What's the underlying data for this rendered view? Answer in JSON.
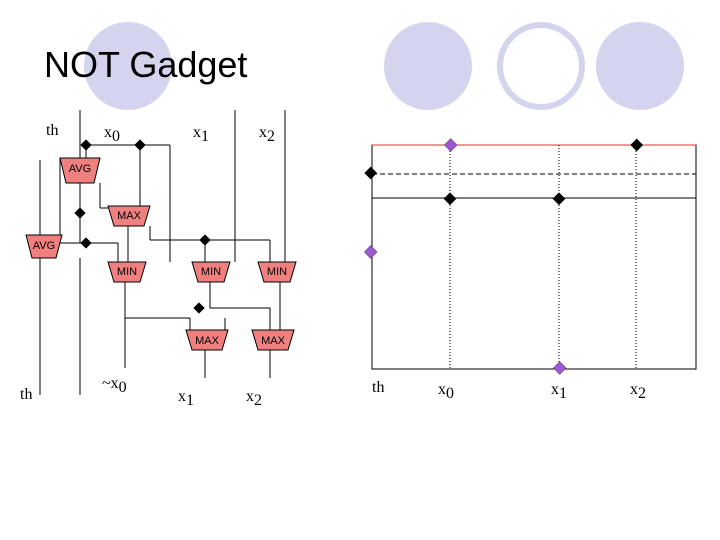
{
  "title": "NOT Gadget",
  "colors": {
    "circle": "#d4d4ee",
    "gate_fill": "#f08080",
    "node": "#000000",
    "accent_node": "#9b59d0",
    "red_line": "#e03030"
  },
  "circuit": {
    "inputs": [
      {
        "base": "th",
        "sub": ""
      },
      {
        "base": "x",
        "sub": "0"
      },
      {
        "base": "x",
        "sub": "1"
      },
      {
        "base": "x",
        "sub": "2"
      }
    ],
    "gates": [
      {
        "id": "avg1",
        "label": "AVG"
      },
      {
        "id": "max1",
        "label": "MAX"
      },
      {
        "id": "avg2",
        "label": "AVG"
      },
      {
        "id": "min1",
        "label": "MIN"
      },
      {
        "id": "min2",
        "label": "MIN"
      },
      {
        "id": "min3",
        "label": "MIN"
      },
      {
        "id": "max2",
        "label": "MAX"
      },
      {
        "id": "max3",
        "label": "MAX"
      }
    ],
    "outputs": [
      {
        "base": "th",
        "sub": ""
      },
      {
        "base": "~x",
        "sub": "0"
      },
      {
        "base": "x",
        "sub": "1"
      },
      {
        "base": "x",
        "sub": "2"
      }
    ]
  },
  "level_diagram": {
    "labels": [
      {
        "base": "th",
        "sub": ""
      },
      {
        "base": "x",
        "sub": "0"
      },
      {
        "base": "x",
        "sub": "1"
      },
      {
        "base": "x",
        "sub": "2"
      }
    ]
  }
}
